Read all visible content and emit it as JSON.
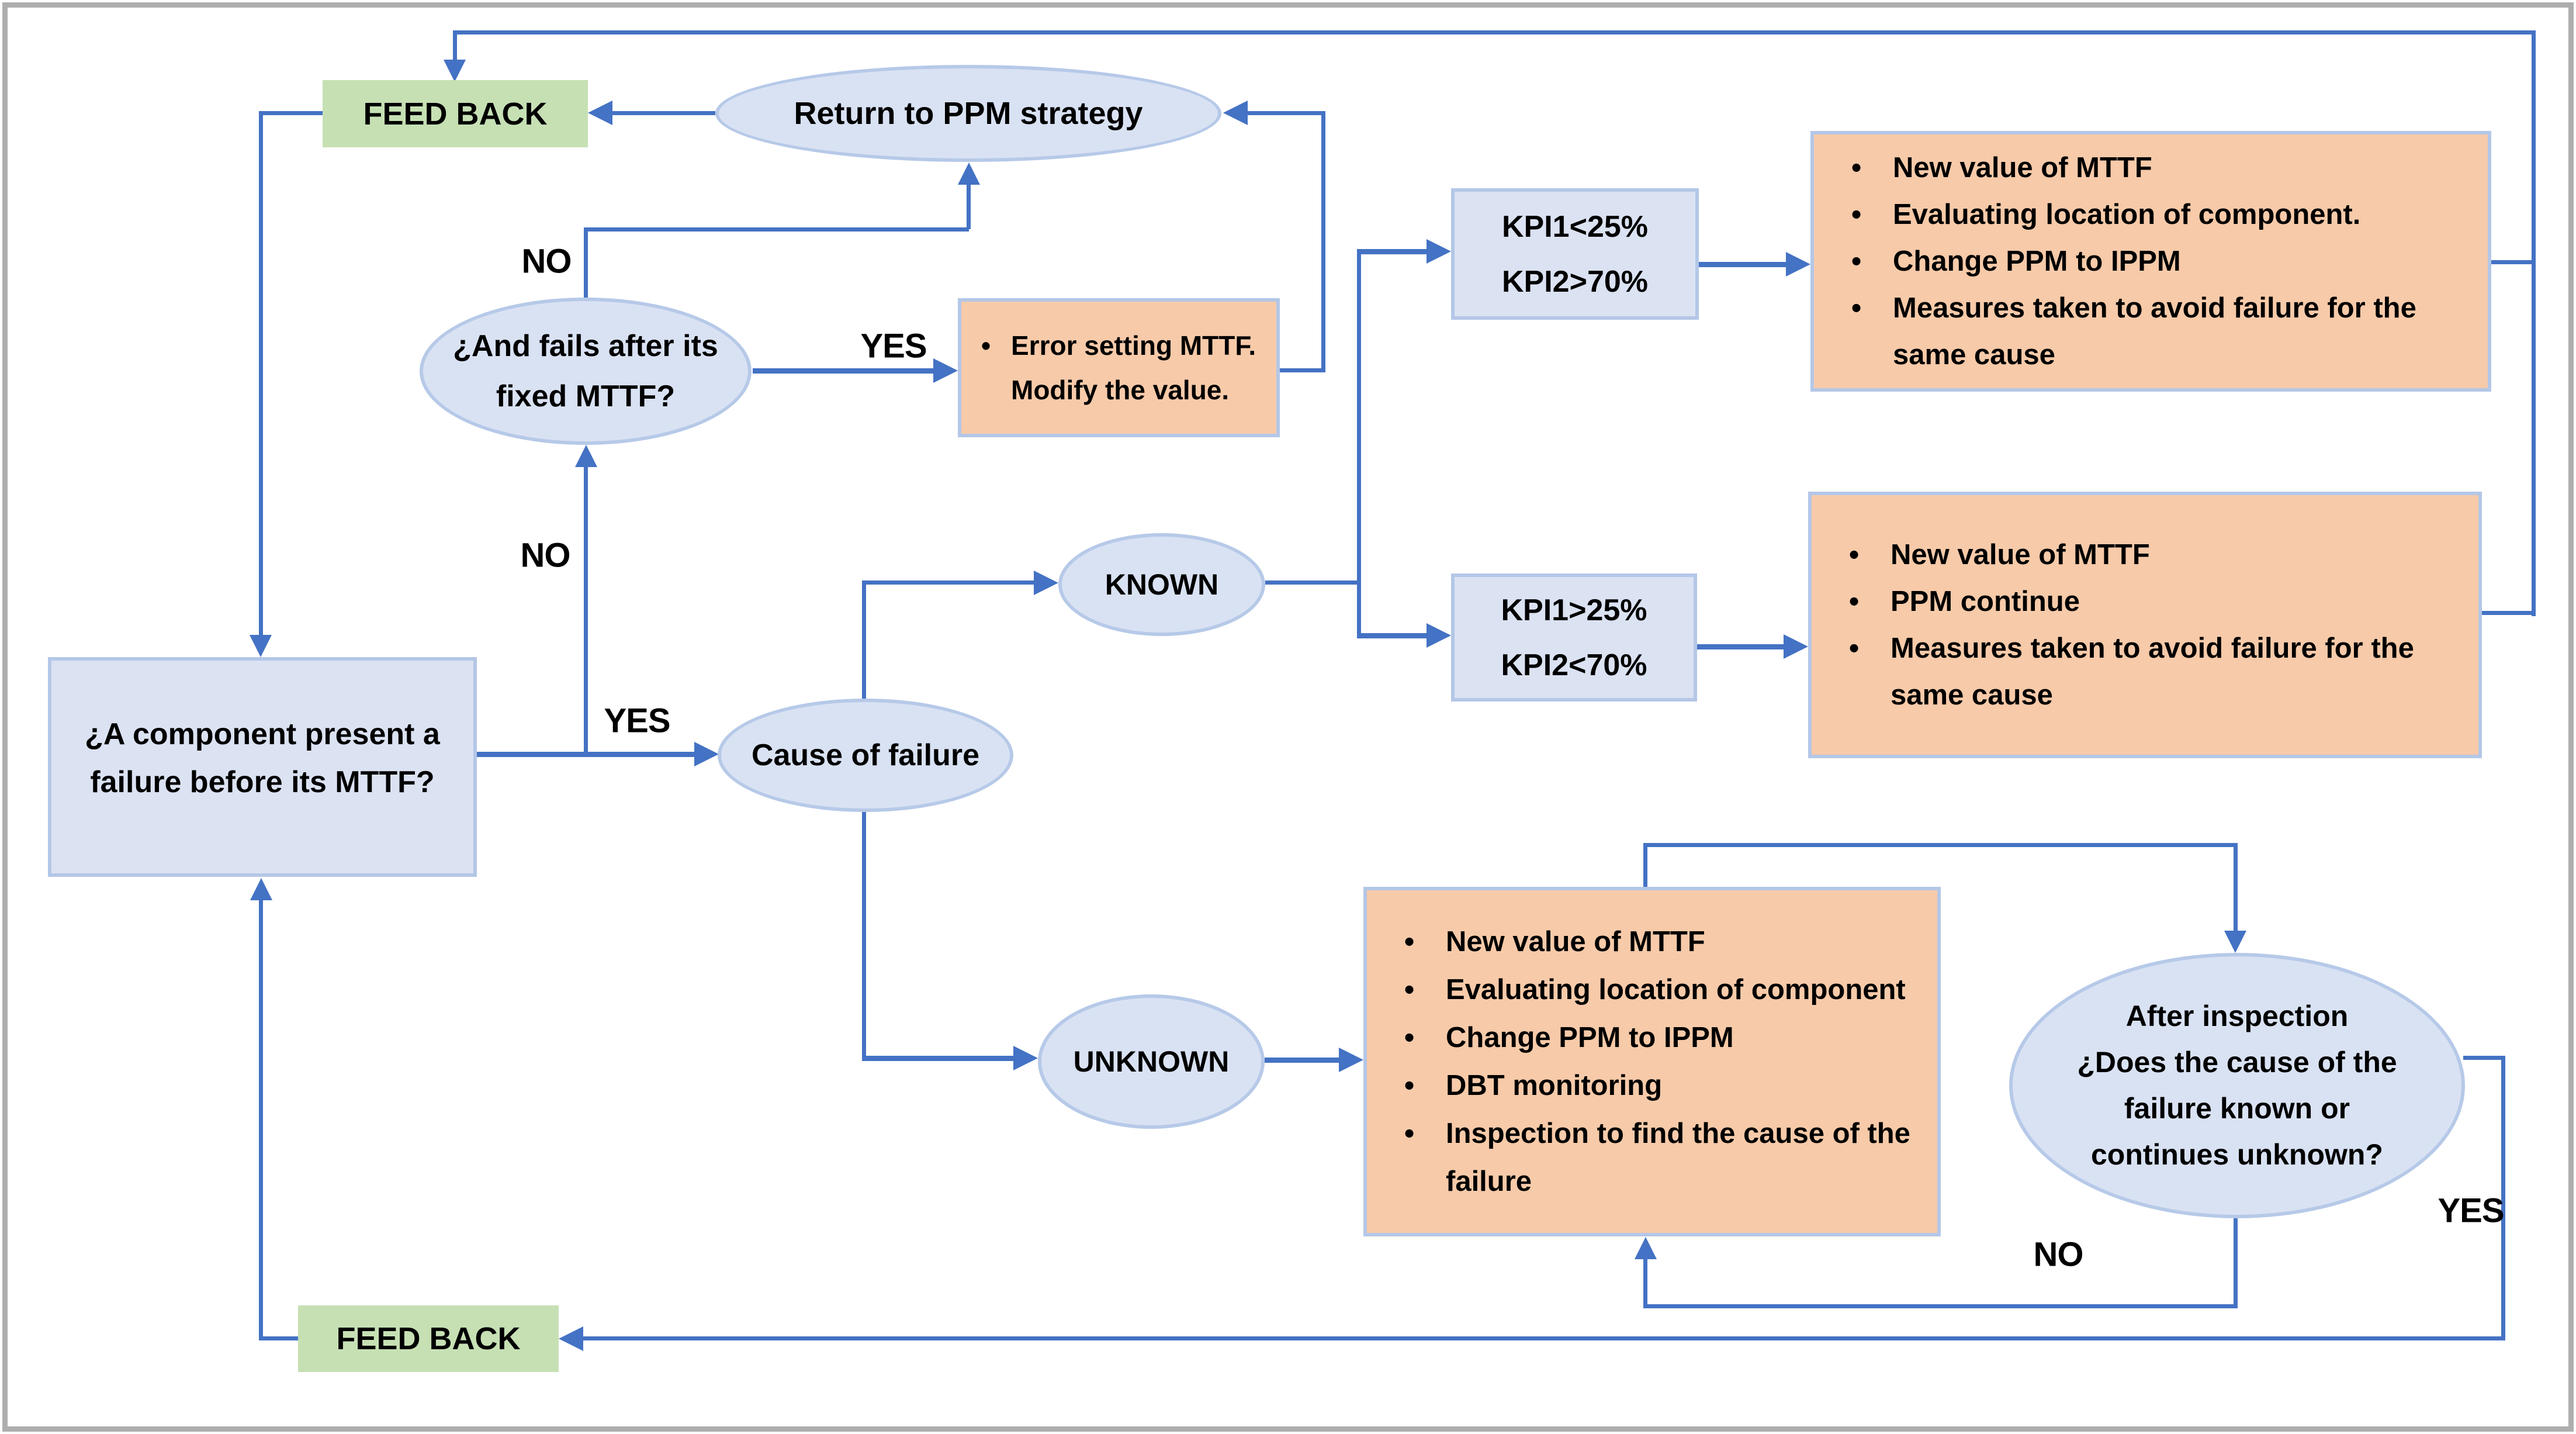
{
  "nodes": {
    "feedback_top": {
      "label": "FEED BACK"
    },
    "return_ppm": {
      "label": "Return to PPM strategy"
    },
    "fails_after": {
      "line1": "¿And fails after its",
      "line2": "fixed MTTF?"
    },
    "error_box": {
      "bullets": [
        "Error setting MTTF. Modify the value."
      ]
    },
    "kpi_upper": {
      "line1": "KPI1<25%",
      "line2": "KPI2>70%"
    },
    "action_upper": {
      "bullets": [
        "New value of MTTF",
        "Evaluating location of component.",
        "Change PPM to IPPM",
        "Measures taken to avoid failure for the same cause"
      ]
    },
    "known": {
      "label": "KNOWN"
    },
    "kpi_lower": {
      "line1": "KPI1>25%",
      "line2": "KPI2<70%"
    },
    "action_middle": {
      "bullets": [
        "New value of MTTF",
        "PPM continue",
        "Measures taken to avoid failure for the same cause"
      ]
    },
    "component_question": {
      "line1": "¿A component present a",
      "line2": "failure before its MTTF?"
    },
    "cause": {
      "label": "Cause of  failure"
    },
    "unknown": {
      "label": "UNKNOWN"
    },
    "action_lower": {
      "bullets": [
        "New value of MTTF",
        "Evaluating location of component",
        "Change PPM to IPPM",
        "DBT monitoring",
        "Inspection to find the cause of the failure"
      ]
    },
    "after_inspection": {
      "line1": "After inspection",
      "line2": "¿Does the cause of the",
      "line3": "failure known or",
      "line4": "continues unknown?"
    },
    "feedback_bottom": {
      "label": "FEED BACK"
    }
  },
  "edge_labels": {
    "no_upper": "NO",
    "yes_upper": "YES",
    "no_mid": "NO",
    "yes_mid": "YES",
    "no_lower": "NO",
    "yes_lower": "YES"
  },
  "colors": {
    "line": "#4472C4",
    "ellipse_fill": "#D9E2F3",
    "ellipse_border": "#B6C9E8",
    "blue_box_fill": "#DBE2F2",
    "box_border": "#B4C7E7",
    "orange_fill": "#F7CAA9",
    "green_fill": "#C6E0B4",
    "frame_border": "#AEAEAE",
    "text": "#000000"
  }
}
